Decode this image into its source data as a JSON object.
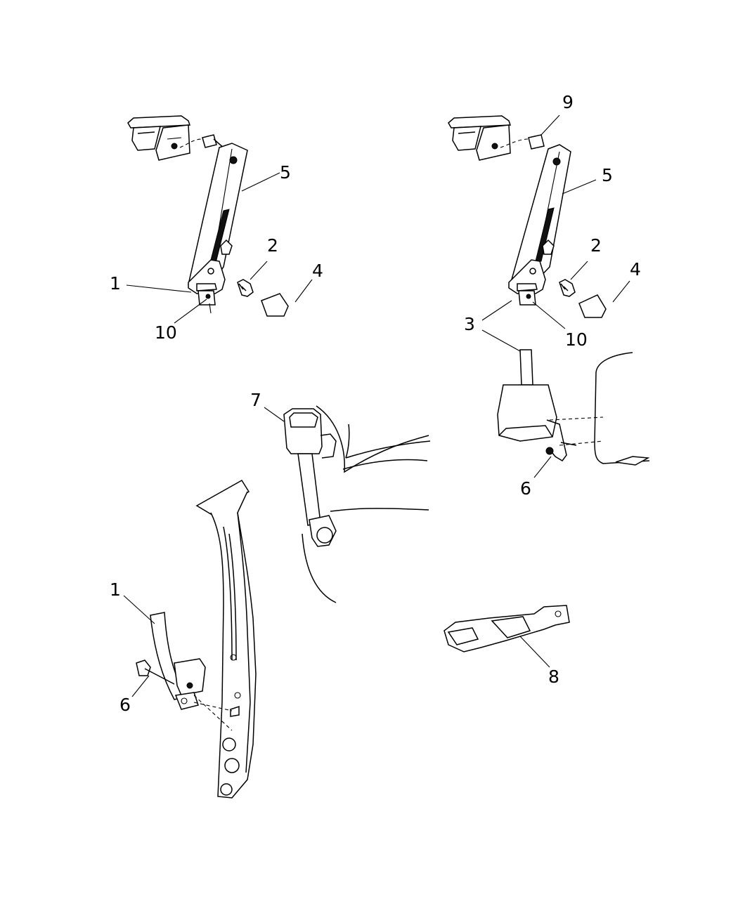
{
  "callouts": [
    {
      "id": "tl_5",
      "text": "5"
    },
    {
      "id": "tl_2",
      "text": "2"
    },
    {
      "id": "tl_4",
      "text": "4"
    },
    {
      "id": "tl_1",
      "text": "1"
    },
    {
      "id": "tl_10",
      "text": "10"
    },
    {
      "id": "tr_9",
      "text": "9"
    },
    {
      "id": "tr_5",
      "text": "5"
    },
    {
      "id": "tr_2",
      "text": "2"
    },
    {
      "id": "tr_4",
      "text": "4"
    },
    {
      "id": "tr_3",
      "text": "3"
    },
    {
      "id": "tr_10",
      "text": "10"
    },
    {
      "id": "tr_6",
      "text": "6"
    },
    {
      "id": "m_7",
      "text": "7"
    },
    {
      "id": "bl_1",
      "text": "1"
    },
    {
      "id": "bl_6",
      "text": "6"
    },
    {
      "id": "br_8",
      "text": "8"
    }
  ]
}
